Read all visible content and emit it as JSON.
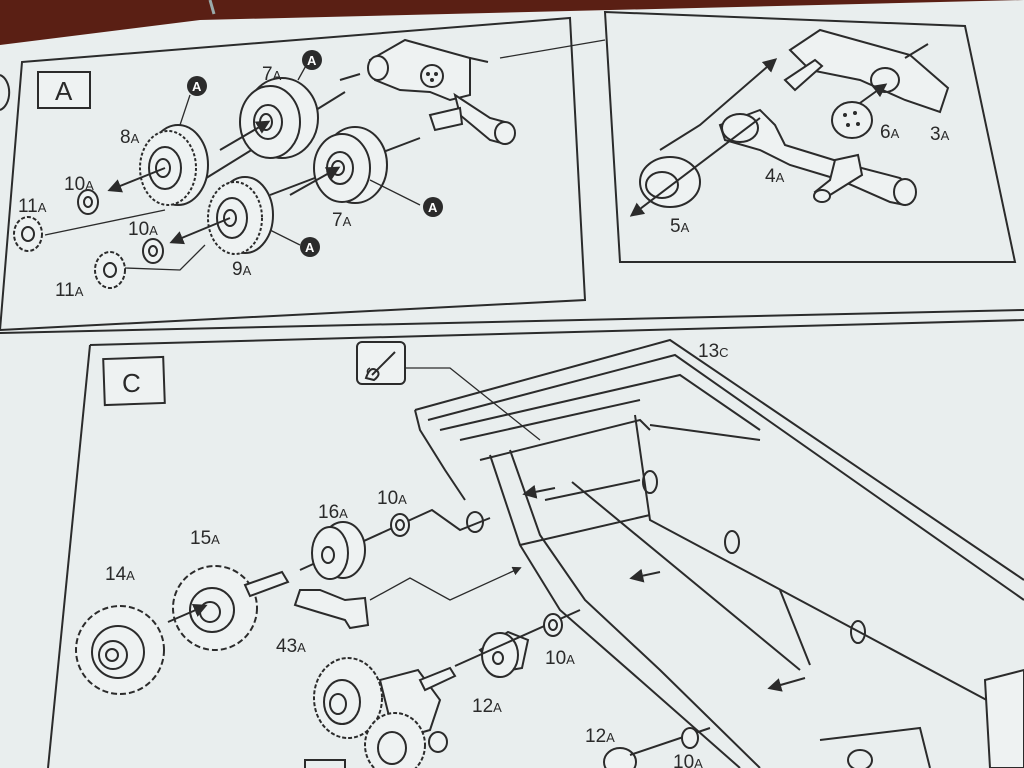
{
  "sheet": {
    "colors": {
      "paper": "#e9eeee",
      "ink": "#2b2b2b",
      "background": "#5a1f14"
    },
    "step_a": {
      "label": "A",
      "marker": "A",
      "parts": [
        {
          "num": "8",
          "suffix": "A"
        },
        {
          "num": "7",
          "suffix": "A"
        },
        {
          "num": "10",
          "suffix": "A"
        },
        {
          "num": "11",
          "suffix": "A"
        },
        {
          "num": "10",
          "suffix": "A"
        },
        {
          "num": "7",
          "suffix": "A"
        },
        {
          "num": "11",
          "suffix": "A"
        },
        {
          "num": "9",
          "suffix": "A"
        }
      ]
    },
    "detail": {
      "parts": [
        {
          "num": "6",
          "suffix": "A"
        },
        {
          "num": "3",
          "suffix": "A"
        },
        {
          "num": "4",
          "suffix": "A"
        },
        {
          "num": "5",
          "suffix": "A"
        }
      ]
    },
    "step_c": {
      "label": "C",
      "glue_icon": "glue-brush-icon",
      "parts": [
        {
          "num": "13",
          "suffix": "C"
        },
        {
          "num": "16",
          "suffix": "A"
        },
        {
          "num": "10",
          "suffix": "A"
        },
        {
          "num": "15",
          "suffix": "A"
        },
        {
          "num": "14",
          "suffix": "A"
        },
        {
          "num": "43",
          "suffix": "A"
        },
        {
          "num": "10",
          "suffix": "A"
        },
        {
          "num": "12",
          "suffix": "A"
        },
        {
          "num": "12",
          "suffix": "A"
        },
        {
          "num": "10",
          "suffix": "A"
        }
      ]
    }
  }
}
